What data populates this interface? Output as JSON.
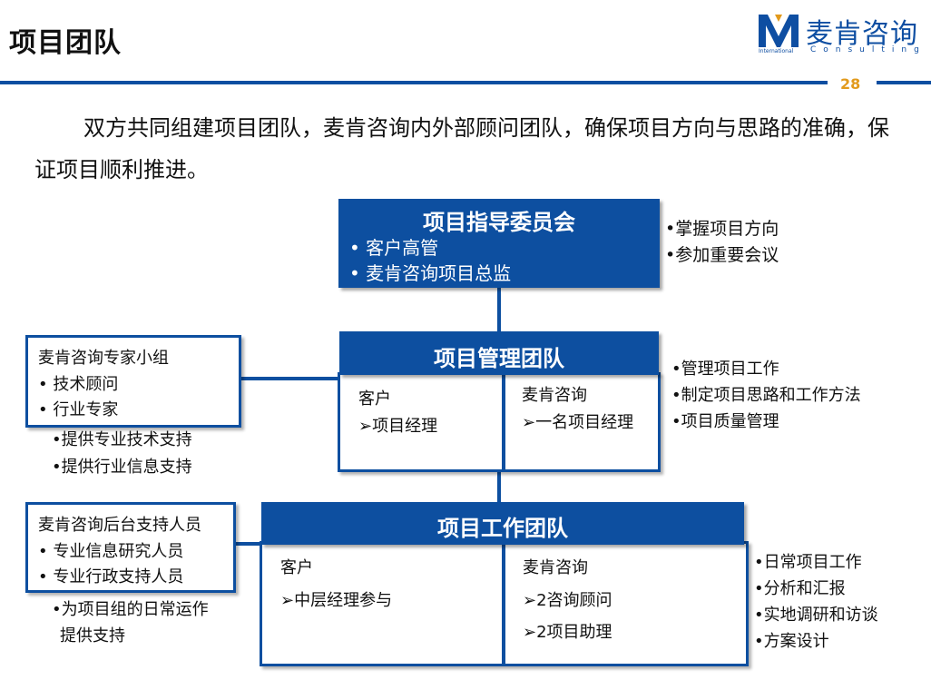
{
  "header": {
    "title": "项目团队",
    "logo_cn": "麦肯咨询",
    "logo_en_small": "International",
    "logo_en": "Consulting",
    "page_number": "28"
  },
  "intro": "双方共同组建项目团队，麦肯咨询内外部顾问团队，确保项目方向与思路的准确，保证项目顺利推进。",
  "steering": {
    "title": "项目指导委员会",
    "members": [
      "• 客户高管",
      "• 麦肯咨询项目总监"
    ],
    "duties": [
      "•掌握项目方向",
      "•参加重要会议"
    ]
  },
  "management": {
    "title": "项目管理团队",
    "client_label": "客户",
    "client_item": "➢项目经理",
    "mk_label": "麦肯咨询",
    "mk_item": "➢一名项目经理",
    "duties": [
      "•管理项目工作",
      "•制定项目思路和工作方法",
      "•项目质量管理"
    ]
  },
  "experts": {
    "title": "麦肯咨询专家小组",
    "items": [
      "•  技术顾问",
      "•  行业专家"
    ],
    "support": [
      "•提供专业技术支持",
      "•提供行业信息支持"
    ]
  },
  "working": {
    "title": "项目工作团队",
    "client_label": "客户",
    "client_item": "➢中层经理参与",
    "mk_label": "麦肯咨询",
    "mk_items": [
      "➢2咨询顾问",
      "➢2项目助理"
    ],
    "duties": [
      "•日常项目工作",
      "•分析和汇报",
      "•实地调研和访谈",
      "•方案设计"
    ]
  },
  "backoffice": {
    "title": "麦肯咨询后台支持人员",
    "items": [
      "•  专业信息研究人员",
      "•  专业行政支持人员"
    ],
    "support": [
      "•为项目组的日常运作",
      "提供支持"
    ]
  },
  "colors": {
    "blue": "#0d4fa0",
    "page_number": "#e29a1c"
  }
}
